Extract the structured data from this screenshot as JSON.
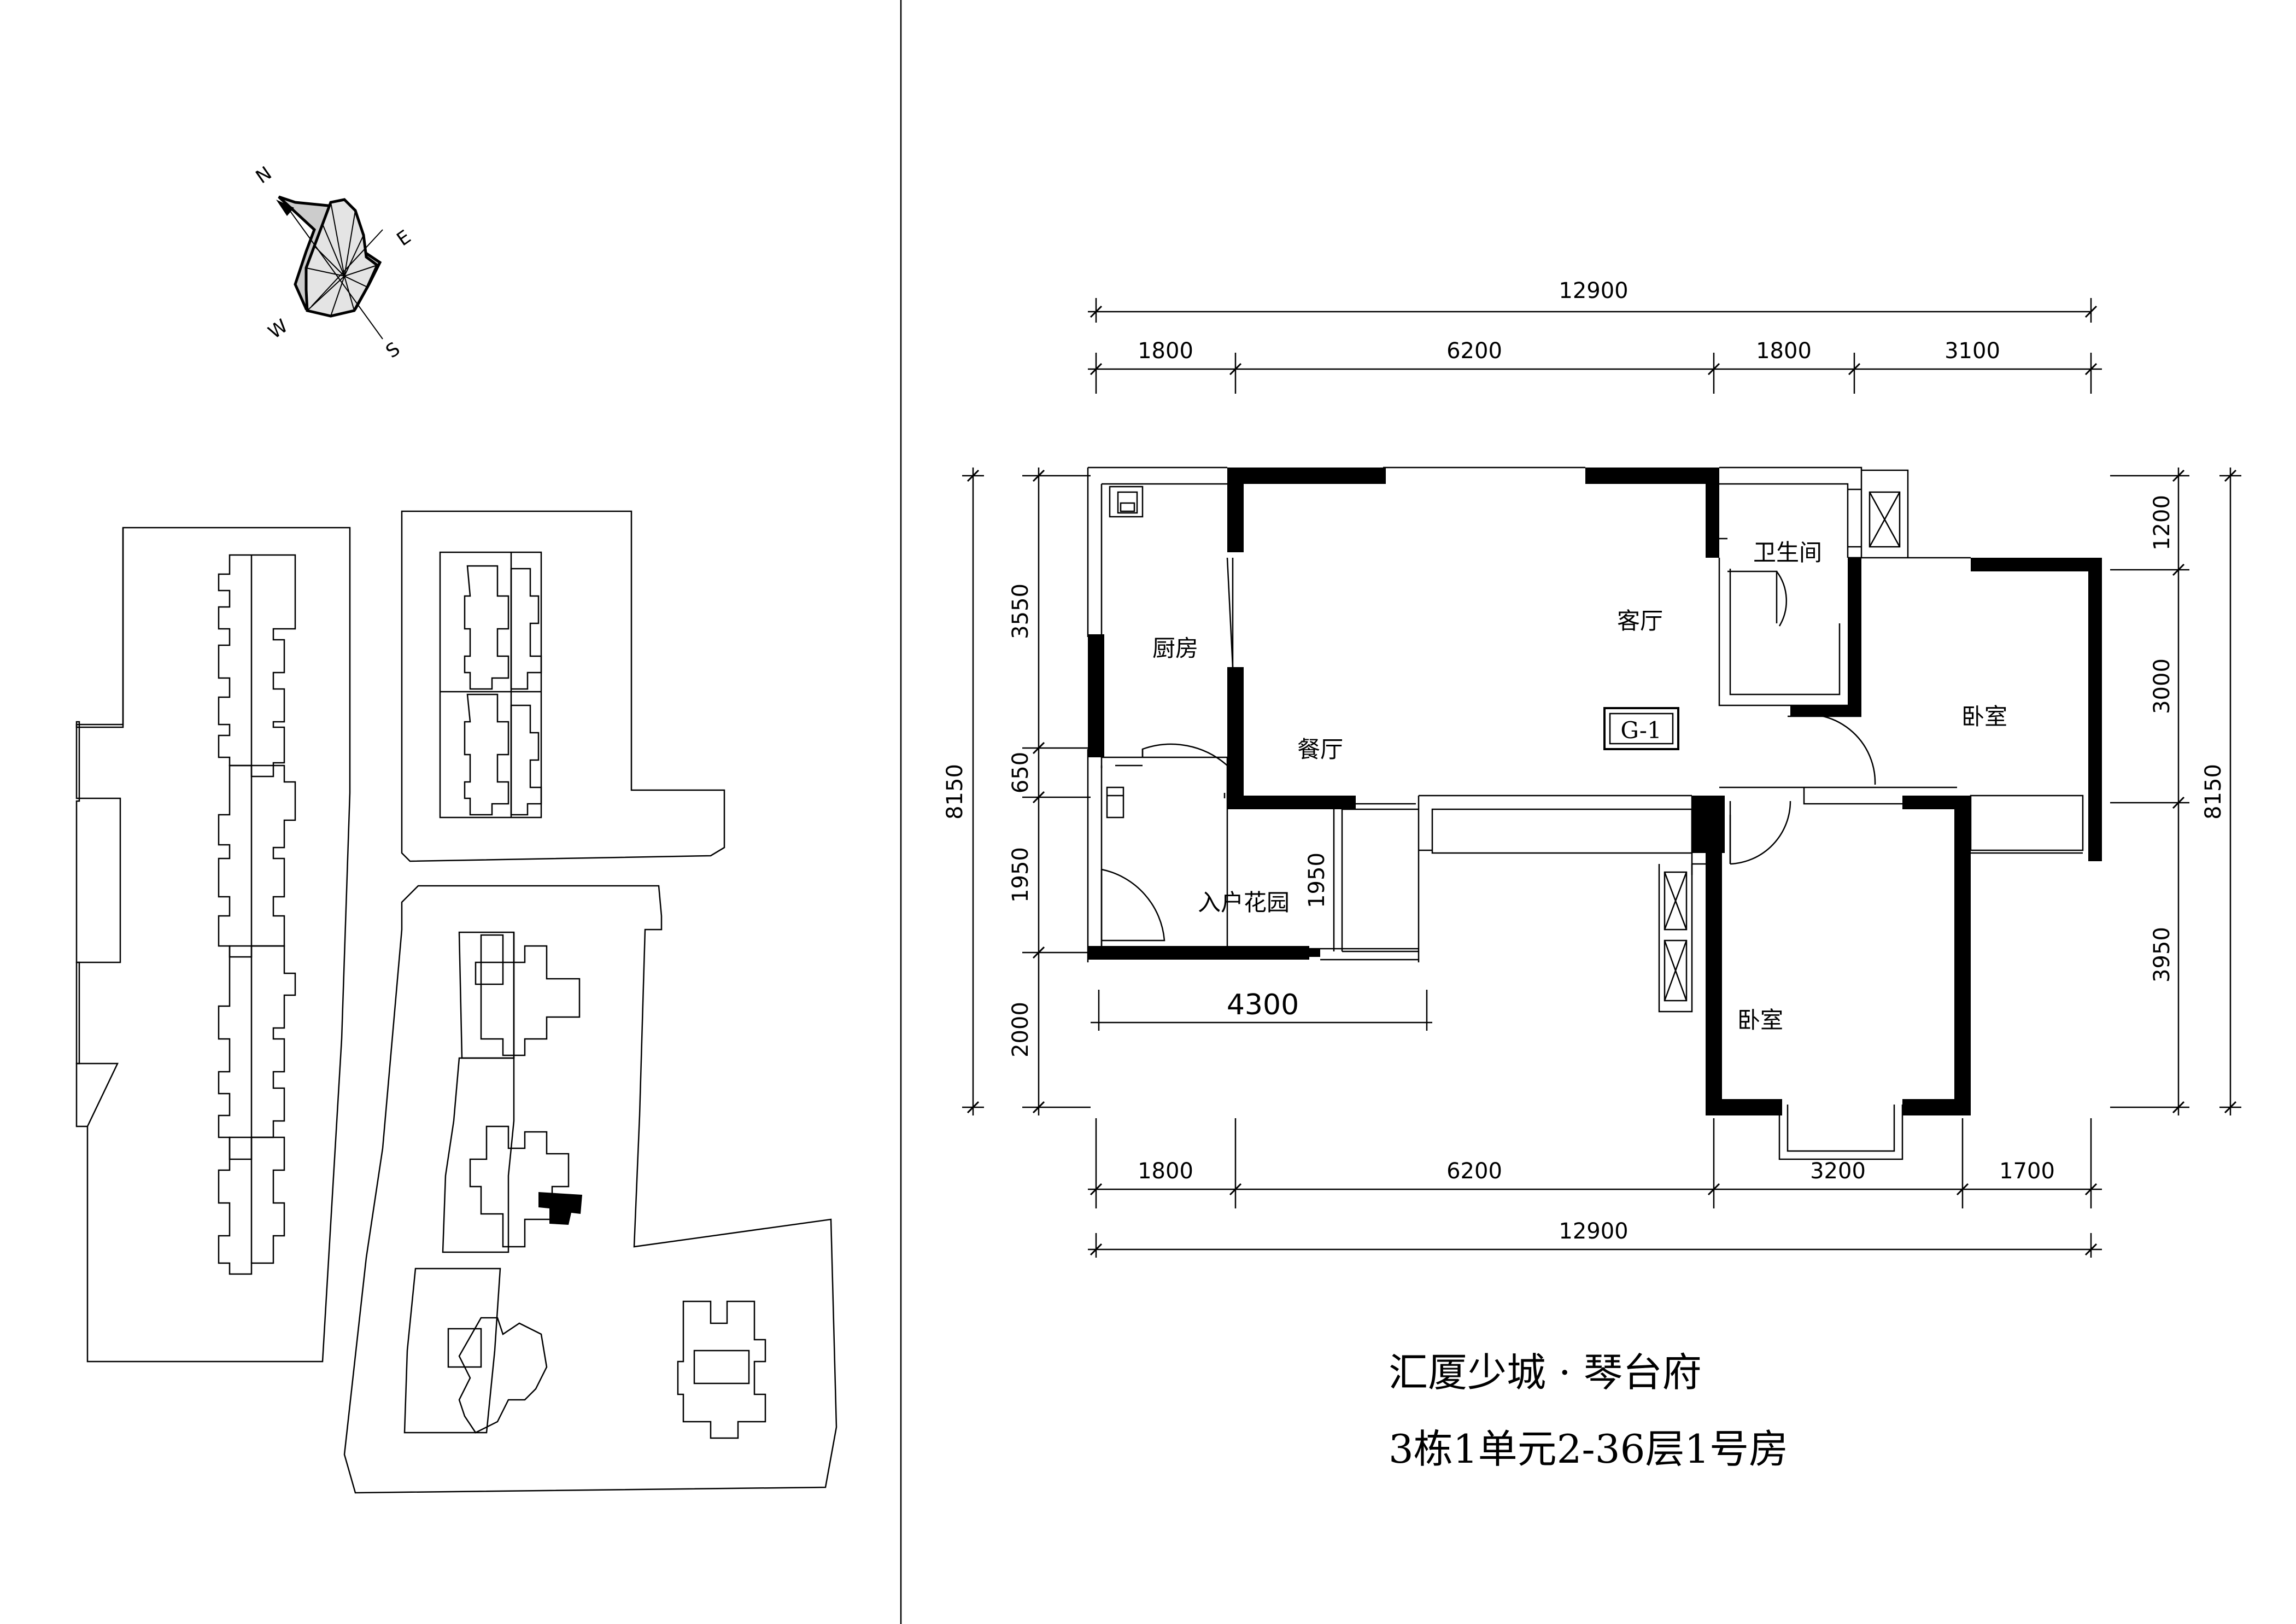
{
  "title": {
    "line1": "汇厦少城 · 琴台府",
    "line2": "3栋1单元2-36层1号房"
  },
  "unit_tag": "G-1",
  "compass": {
    "n": "N",
    "e": "E",
    "s": "S",
    "w": "W"
  },
  "rooms": {
    "kitchen": "厨房",
    "living": "客厅",
    "bathroom": "卫生间",
    "dining": "餐厅",
    "bedroom1": "卧室",
    "bedroom2": "卧室",
    "entry_garden": "入户花园"
  },
  "dimensions": {
    "top_total": "12900",
    "top": [
      "1800",
      "6200",
      "1800",
      "3100"
    ],
    "bottom": [
      "1800",
      "6200",
      "3200",
      "1700"
    ],
    "bottom_total": "12900",
    "left_total": "8150",
    "left": [
      "3550",
      "650",
      "1950",
      "2000"
    ],
    "right_total": "8150",
    "right": [
      "1200",
      "3000",
      "3950"
    ],
    "inner_garden": "1950",
    "inner_width": "4300"
  }
}
